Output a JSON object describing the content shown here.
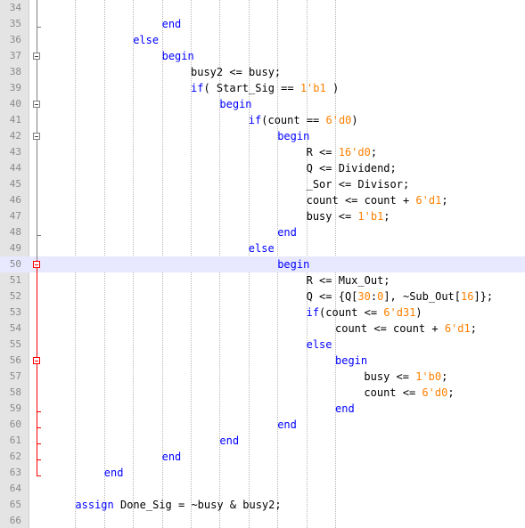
{
  "editor": {
    "highlight_line": 50,
    "lines": [
      {
        "n": "34",
        "indent": 0,
        "tokens": []
      },
      {
        "n": "35",
        "indent": 4,
        "tokens": [
          {
            "t": "end",
            "c": "kw"
          }
        ]
      },
      {
        "n": "36",
        "indent": 3,
        "tokens": [
          {
            "t": "else",
            "c": "kw"
          }
        ]
      },
      {
        "n": "37",
        "indent": 4,
        "tokens": [
          {
            "t": "begin",
            "c": "kw"
          }
        ]
      },
      {
        "n": "38",
        "indent": 5,
        "tokens": [
          {
            "t": "busy2 <= busy;",
            "c": ""
          }
        ]
      },
      {
        "n": "39",
        "indent": 5,
        "tokens": [
          {
            "t": "if",
            "c": "kw"
          },
          {
            "t": "( Start_Sig == ",
            "c": ""
          },
          {
            "t": "1'b1",
            "c": "num"
          },
          {
            "t": " )",
            "c": ""
          }
        ]
      },
      {
        "n": "40",
        "indent": 6,
        "tokens": [
          {
            "t": "begin",
            "c": "kw"
          }
        ]
      },
      {
        "n": "41",
        "indent": 7,
        "tokens": [
          {
            "t": "if",
            "c": "kw"
          },
          {
            "t": "(count == ",
            "c": ""
          },
          {
            "t": "6'd0",
            "c": "num"
          },
          {
            "t": ")",
            "c": ""
          }
        ]
      },
      {
        "n": "42",
        "indent": 8,
        "tokens": [
          {
            "t": "begin",
            "c": "kw"
          }
        ]
      },
      {
        "n": "43",
        "indent": 9,
        "tokens": [
          {
            "t": "R <= ",
            "c": ""
          },
          {
            "t": "16'd0",
            "c": "num"
          },
          {
            "t": ";",
            "c": ""
          }
        ]
      },
      {
        "n": "44",
        "indent": 9,
        "tokens": [
          {
            "t": "Q <= Dividend;",
            "c": ""
          }
        ]
      },
      {
        "n": "45",
        "indent": 9,
        "tokens": [
          {
            "t": "_Sor <= Divisor;",
            "c": ""
          }
        ]
      },
      {
        "n": "46",
        "indent": 9,
        "tokens": [
          {
            "t": "count <= count + ",
            "c": ""
          },
          {
            "t": "6'd1",
            "c": "num"
          },
          {
            "t": ";",
            "c": ""
          }
        ]
      },
      {
        "n": "47",
        "indent": 9,
        "tokens": [
          {
            "t": "busy <= ",
            "c": ""
          },
          {
            "t": "1'b1",
            "c": "num"
          },
          {
            "t": ";",
            "c": ""
          }
        ]
      },
      {
        "n": "48",
        "indent": 8,
        "tokens": [
          {
            "t": "end",
            "c": "kw"
          }
        ]
      },
      {
        "n": "49",
        "indent": 7,
        "tokens": [
          {
            "t": "else",
            "c": "kw"
          }
        ]
      },
      {
        "n": "50",
        "indent": 8,
        "tokens": [
          {
            "t": "begin",
            "c": "kw"
          }
        ]
      },
      {
        "n": "51",
        "indent": 9,
        "tokens": [
          {
            "t": "R <= Mux_Out;",
            "c": ""
          }
        ]
      },
      {
        "n": "52",
        "indent": 9,
        "tokens": [
          {
            "t": "Q <= {Q[",
            "c": ""
          },
          {
            "t": "30",
            "c": "num"
          },
          {
            "t": ":",
            "c": ""
          },
          {
            "t": "0",
            "c": "num"
          },
          {
            "t": "], ~Sub_Out[",
            "c": ""
          },
          {
            "t": "16",
            "c": "num"
          },
          {
            "t": "]};",
            "c": ""
          }
        ]
      },
      {
        "n": "53",
        "indent": 9,
        "tokens": [
          {
            "t": "if",
            "c": "kw"
          },
          {
            "t": "(count <= ",
            "c": ""
          },
          {
            "t": "6'd31",
            "c": "num"
          },
          {
            "t": ")",
            "c": ""
          }
        ]
      },
      {
        "n": "54",
        "indent": 10,
        "tokens": [
          {
            "t": "count <= count + ",
            "c": ""
          },
          {
            "t": "6'd1",
            "c": "num"
          },
          {
            "t": ";",
            "c": ""
          }
        ]
      },
      {
        "n": "55",
        "indent": 9,
        "tokens": [
          {
            "t": "else",
            "c": "kw"
          }
        ]
      },
      {
        "n": "56",
        "indent": 10,
        "tokens": [
          {
            "t": "begin",
            "c": "kw"
          }
        ]
      },
      {
        "n": "57",
        "indent": 11,
        "tokens": [
          {
            "t": "busy <= ",
            "c": ""
          },
          {
            "t": "1'b0",
            "c": "num"
          },
          {
            "t": ";",
            "c": ""
          }
        ]
      },
      {
        "n": "58",
        "indent": 11,
        "tokens": [
          {
            "t": "count <= ",
            "c": ""
          },
          {
            "t": "6'd0",
            "c": "num"
          },
          {
            "t": ";",
            "c": ""
          }
        ]
      },
      {
        "n": "59",
        "indent": 10,
        "tokens": [
          {
            "t": "end",
            "c": "kw"
          }
        ]
      },
      {
        "n": "60",
        "indent": 8,
        "tokens": [
          {
            "t": "end",
            "c": "kw"
          }
        ]
      },
      {
        "n": "61",
        "indent": 6,
        "tokens": [
          {
            "t": "end",
            "c": "kw"
          }
        ]
      },
      {
        "n": "62",
        "indent": 4,
        "tokens": [
          {
            "t": "end",
            "c": "kw"
          }
        ]
      },
      {
        "n": "63",
        "indent": 2,
        "tokens": [
          {
            "t": "end",
            "c": "kw"
          }
        ]
      },
      {
        "n": "64",
        "indent": 0,
        "tokens": []
      },
      {
        "n": "65",
        "indent": 1,
        "tokens": [
          {
            "t": "assign",
            "c": "kw"
          },
          {
            "t": " Done_Sig = ~busy & busy2;",
            "c": ""
          }
        ]
      },
      {
        "n": "66",
        "indent": 0,
        "tokens": []
      }
    ],
    "fold_markers": [
      {
        "line": 37,
        "red": false
      },
      {
        "line": 40,
        "red": false
      },
      {
        "line": 42,
        "red": false
      },
      {
        "line": 50,
        "red": true
      },
      {
        "line": 56,
        "red": true
      }
    ]
  }
}
